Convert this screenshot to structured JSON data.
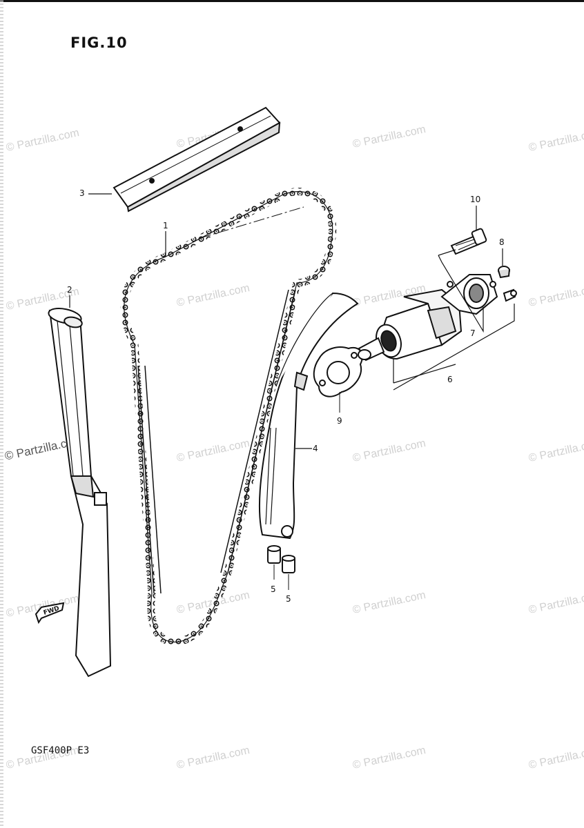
{
  "figure": {
    "title": "FIG.10",
    "model_code": "GSF400P E3"
  },
  "callouts": {
    "c1": "1",
    "c2": "2",
    "c3": "3",
    "c4": "4",
    "c5a": "5",
    "c5b": "5",
    "c6": "6",
    "c7": "7",
    "c8": "8",
    "c9": "9",
    "c10": "10"
  },
  "front_arrow_label": "FWD",
  "watermark": "© Partzilla.com"
}
